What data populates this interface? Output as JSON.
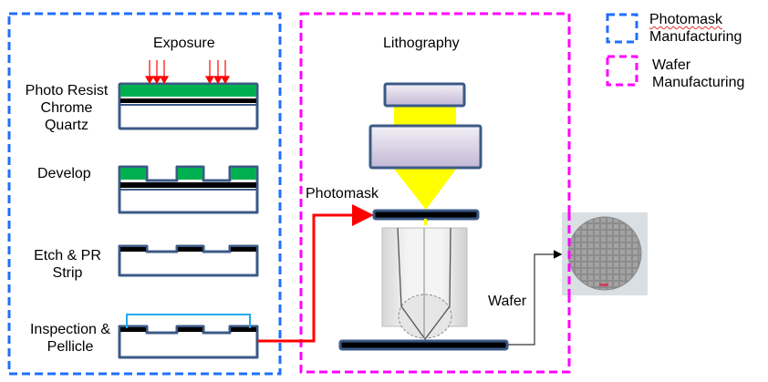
{
  "colors": {
    "photomask_border": "#1f6fff",
    "wafer_border": "#ff00ff",
    "layer_outline": "#3b5a86",
    "photo_resist": "#00b050",
    "chrome": "#000000",
    "light_beam": "#ffff00",
    "exposure_arrow": "#ff0000",
    "flow_arrow_red": "#ff0000",
    "pellicle": "#22aaee"
  },
  "legend": {
    "items": [
      {
        "line1": "Photomask",
        "line2": "Manufacturing",
        "color": "#1f6fff"
      },
      {
        "line1": "Wafer",
        "line2": "Manufacturing",
        "color": "#ff00ff"
      }
    ]
  },
  "photomask_panel": {
    "exposure_title": "Exposure",
    "steps": [
      {
        "label_lines": [
          "Photo Resist",
          "Chrome",
          "Quartz"
        ]
      },
      {
        "label_lines": [
          "Develop"
        ]
      },
      {
        "label_lines": [
          "Etch & PR",
          "Strip"
        ]
      },
      {
        "label_lines": [
          "Inspection &",
          "Pellicle"
        ]
      }
    ]
  },
  "wafer_panel": {
    "title": "Lithography",
    "photomask_label": "Photomask",
    "wafer_label": "Wafer"
  }
}
